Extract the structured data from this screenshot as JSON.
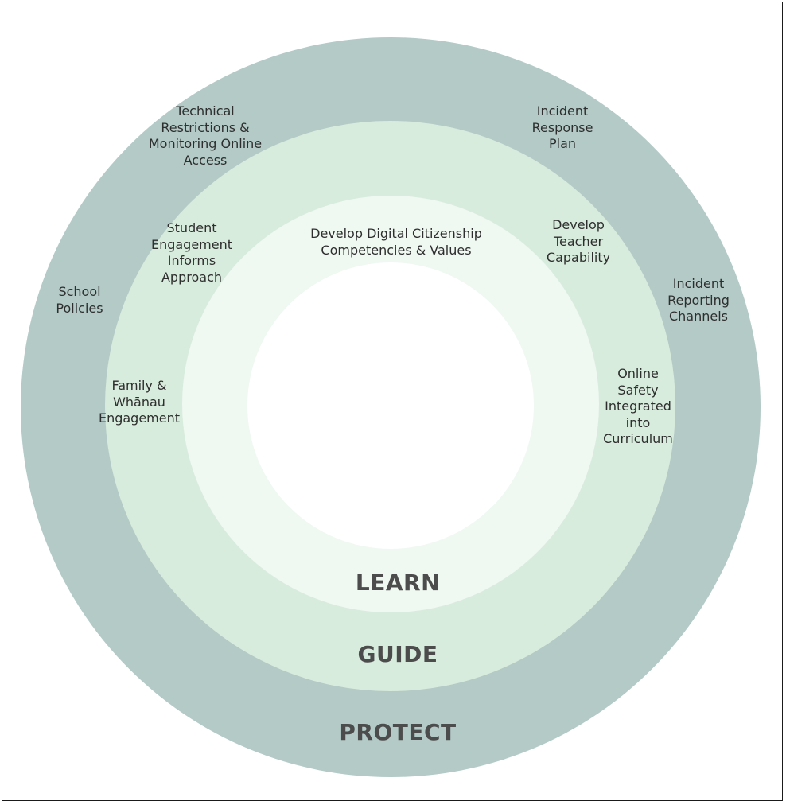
{
  "layers": {
    "protect": "PROTECT",
    "guide": "GUIDE",
    "learn": "LEARN"
  },
  "items": {
    "technical_restrictions": "Technical\nRestrictions &\nMonitoring Online\nAccess",
    "incident_response_plan": "Incident\nResponse\nPlan",
    "student_engagement": "Student\nEngagement\nInforms\nApproach",
    "digital_citizenship": "Develop Digital Citizenship\nCompetencies & Values",
    "teacher_capability": "Develop\nTeacher\nCapability",
    "school_policies": "School\nPolicies",
    "incident_reporting": "Incident\nReporting\nChannels",
    "family_whanau": "Family &\nWhānau\nEngagement",
    "online_safety": "Online\nSafety\nIntegrated\ninto\nCurriculum"
  },
  "colors": {
    "protect_ring": "#b3cac6",
    "guide_ring": "#d8ecdd",
    "learn_ring": "#eff8f1",
    "center": "#ffffff",
    "text": "#2e2e2e",
    "layer_label": "#4c4c4c"
  }
}
